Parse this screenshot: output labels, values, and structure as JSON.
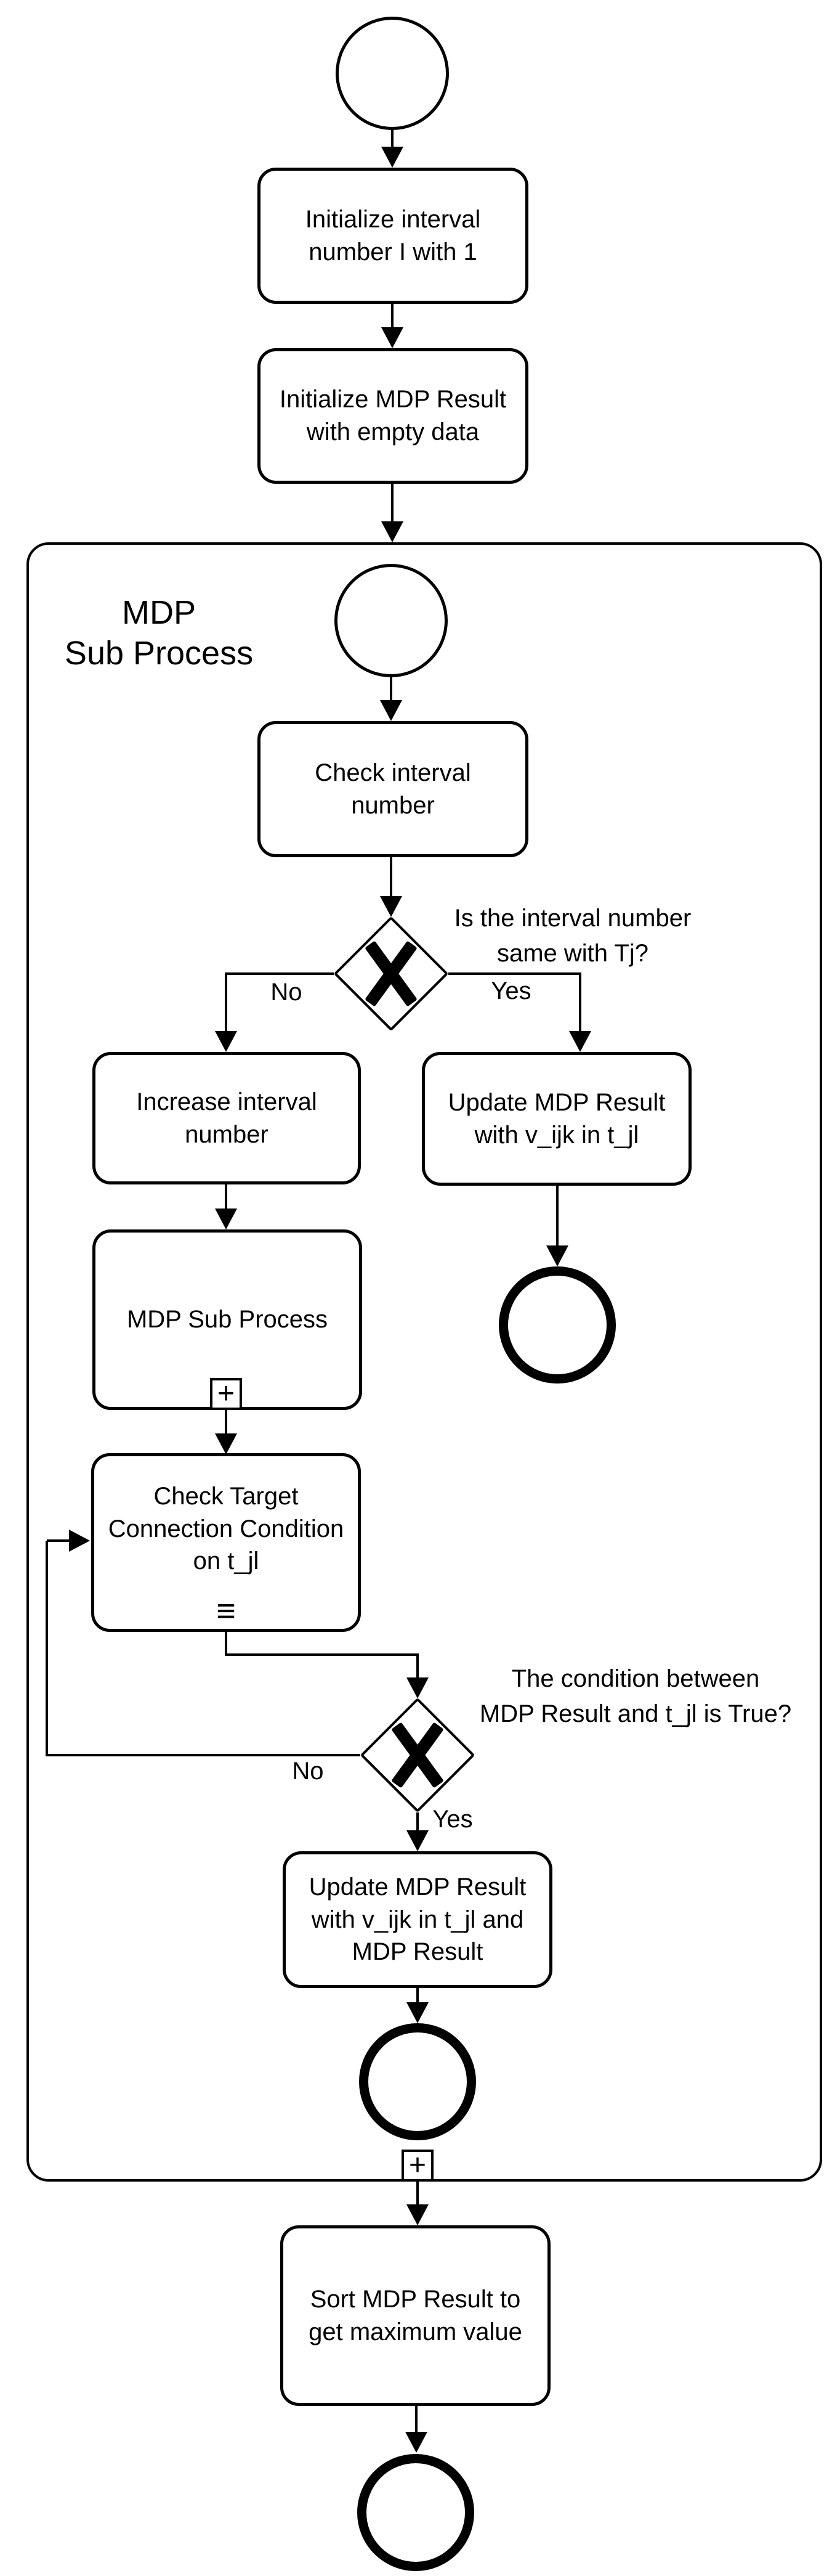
{
  "diagram": {
    "background": "#ffffff",
    "stroke_color": "#000000",
    "nodes": {
      "task_init_interval": {
        "label": "Initialize interval\nnumber I with 1"
      },
      "task_init_mdp_result": {
        "label": "Initialize MDP Result\nwith empty data"
      },
      "subprocess_container": {
        "label": "MDP\nSub Process"
      },
      "task_check_interval": {
        "label": "Check interval\nnumber"
      },
      "gateway_interval_check": {
        "question": "Is the interval number\nsame with Tj?",
        "branch_no": "No",
        "branch_yes": "Yes"
      },
      "task_increase_interval": {
        "label": "Increase interval\nnumber"
      },
      "task_update_mdp_tjl": {
        "label": "Update MDP Result\nwith v_ijk in t_jl"
      },
      "task_mdp_subprocess": {
        "label": "MDP Sub Process",
        "marker": "+"
      },
      "task_check_target": {
        "label": "Check Target\nConnection Condition\non t_jl",
        "marker": "≡"
      },
      "gateway_condition_check": {
        "question": "The condition between\nMDP Result and t_jl is True?",
        "branch_no": "No",
        "branch_yes": "Yes"
      },
      "task_update_mdp_combined": {
        "label": "Update MDP Result\nwith v_ijk in t_jl and\nMDP Result"
      },
      "subprocess_bottom_marker": {
        "marker": "+"
      },
      "task_sort_mdp": {
        "label": "Sort MDP Result to\nget maximum value"
      }
    }
  }
}
